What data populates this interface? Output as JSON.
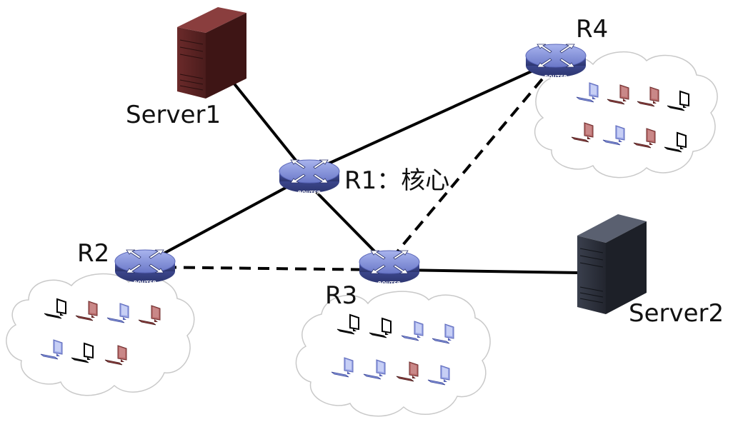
{
  "colors": {
    "link": "#000000",
    "router_top": "#7f8fd6",
    "router_side": "#3f4a9a",
    "core_label": "#c00000",
    "server1": "#5a2424",
    "server2": "#2f3340",
    "pc_blue": "#7f8fd6",
    "pc_red": "#9a4a4a",
    "pc_black": "#ffffff"
  },
  "nodes": {
    "r1": {
      "name": "R1：核心",
      "badge": "ROUTER",
      "icon": "router-icon"
    },
    "r2": {
      "name": "R2",
      "badge": "ROUTER",
      "icon": "router-icon"
    },
    "r3": {
      "name": "R3",
      "badge": "ROUTER",
      "icon": "router-icon"
    },
    "r4": {
      "name": "R4",
      "badge": "ROUTER",
      "icon": "router-icon"
    },
    "server1": {
      "name": "Server1",
      "icon": "server-tower-icon"
    },
    "server2": {
      "name": "Server2",
      "icon": "server-tower-icon"
    }
  },
  "links": [
    {
      "from": "server1",
      "to": "r1",
      "style": "solid"
    },
    {
      "from": "r1",
      "to": "r4",
      "style": "solid"
    },
    {
      "from": "r1",
      "to": "r2",
      "style": "solid"
    },
    {
      "from": "r1",
      "to": "r3",
      "style": "solid"
    },
    {
      "from": "r3",
      "to": "server2",
      "style": "solid"
    },
    {
      "from": "r2",
      "to": "r3",
      "style": "dashed"
    },
    {
      "from": "r3",
      "to": "r4",
      "style": "dashed"
    }
  ],
  "clusters": {
    "r4": [
      "blue",
      "red",
      "red",
      "black",
      "red",
      "blue",
      "red",
      "black"
    ],
    "r2": [
      "black",
      "red",
      "blue",
      "red",
      "blue",
      "black",
      "red"
    ],
    "r3": [
      "black",
      "black",
      "blue",
      "blue",
      "blue",
      "blue",
      "red",
      "blue"
    ]
  }
}
